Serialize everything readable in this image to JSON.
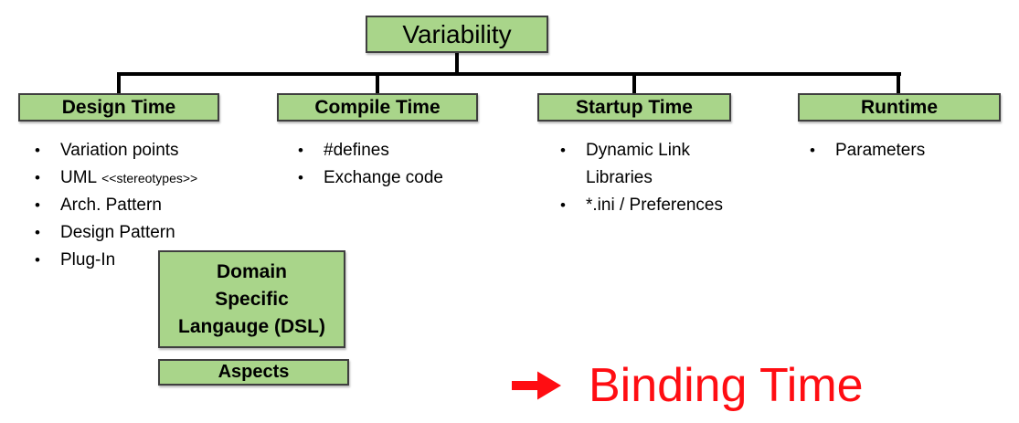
{
  "root": {
    "label": "Variability"
  },
  "branches": [
    {
      "header": "Design Time",
      "items": [
        {
          "text": "Variation points"
        },
        {
          "text": "UML",
          "suffix": "<<stereotypes>>"
        },
        {
          "text": "Arch. Pattern"
        },
        {
          "text": "Design Pattern"
        },
        {
          "text": "Plug-In"
        }
      ]
    },
    {
      "header": "Compile Time",
      "items": [
        {
          "text": "#defines"
        },
        {
          "text": "Exchange code"
        }
      ]
    },
    {
      "header": "Startup Time",
      "items": [
        {
          "text": "Dynamic Link Libraries"
        },
        {
          "text": "*.ini / Preferences"
        }
      ]
    },
    {
      "header": "Runtime",
      "items": [
        {
          "text": "Parameters"
        }
      ]
    }
  ],
  "sub_boxes": {
    "dsl": {
      "label": "Domain\nSpecific\nLangauge (DSL)"
    },
    "aspects": {
      "label": "Aspects"
    }
  },
  "annotation": {
    "arrow_icon": "right-arrow",
    "label": "Binding Time"
  },
  "colors": {
    "box_fill": "#A9D58A",
    "box_border": "#3F3F3F",
    "connector": "#000000",
    "annotation_red": "#FF0D12",
    "text": "#000000"
  }
}
